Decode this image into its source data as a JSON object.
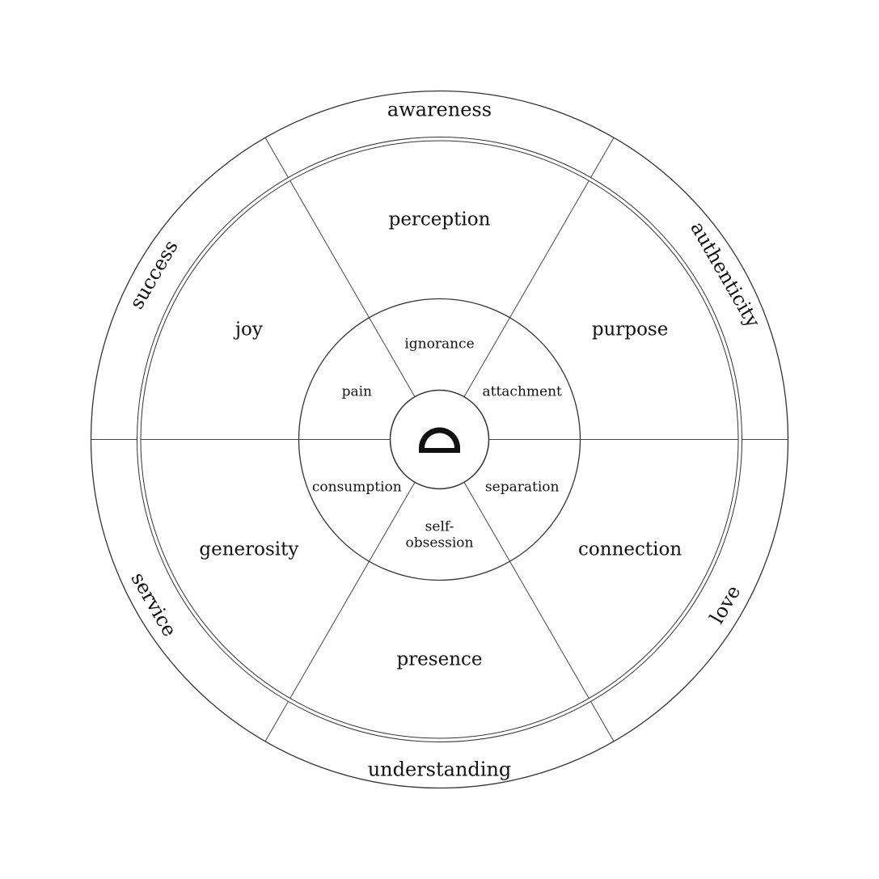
{
  "outer_ring": [
    "awareness",
    "authenticity",
    "love",
    "understanding",
    "service",
    "success"
  ],
  "middle_ring": [
    "perception",
    "purpose",
    "connection",
    "presence",
    "generosity",
    "joy"
  ],
  "inner_ring": [
    {
      "lines": [
        "ignorance"
      ]
    },
    {
      "lines": [
        "attachment"
      ]
    },
    {
      "lines": [
        "separation"
      ]
    },
    {
      "lines": [
        "self-",
        "obsession"
      ]
    },
    {
      "lines": [
        "consumption"
      ]
    },
    {
      "lines": [
        "pain"
      ]
    }
  ],
  "center_logo": "semicircle-logo",
  "colors": {
    "line": "#333333",
    "text": "#111111",
    "background": "#ffffff"
  }
}
